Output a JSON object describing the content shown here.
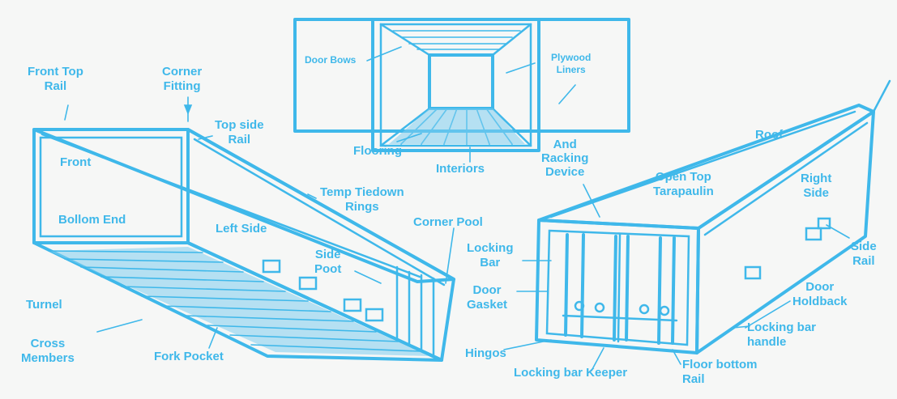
{
  "colors": {
    "line": "#3fb8ea",
    "background": "#f6f7f6"
  },
  "labels": {
    "front_top_rail": "Front Top\nRail",
    "corner_fitting": "Corner\nFitting",
    "top_side_rail": "Top side\nRail",
    "front": "Front",
    "bottom_end": "Bollom End",
    "left_side": "Left Side",
    "temp_tiedown_rings": "Temp Tiedown\nRings",
    "corner_pool": "Corner Pool",
    "side_post": "Side\nPoot",
    "turnel": "Turnel",
    "cross_members": "Cross\nMembers",
    "fork_pocket": "Fork Pocket",
    "door_bows": "Door Bows",
    "plywood_liners": "Plywood\nLiners",
    "flooring": "Flooring",
    "interiors": "Interiors",
    "racking_device": "And\nRacking\nDevice",
    "roof": "Roof",
    "open_top_tarpaulin": "Open Top\nTarapaulin",
    "right_side": "Right\nSide",
    "side_rail": "Side\nRail",
    "locking_bar": "Locking\nBar",
    "door_gasket": "Door\nGasket",
    "door_holdback": "Door\nHoldback",
    "locking_bar_handle": "Locking bar\nhandle",
    "hinges": "Hingos",
    "locking_bar_keeper": "Locking bar Keeper",
    "floor_bottom_rail": "Floor bottom\nRail"
  }
}
